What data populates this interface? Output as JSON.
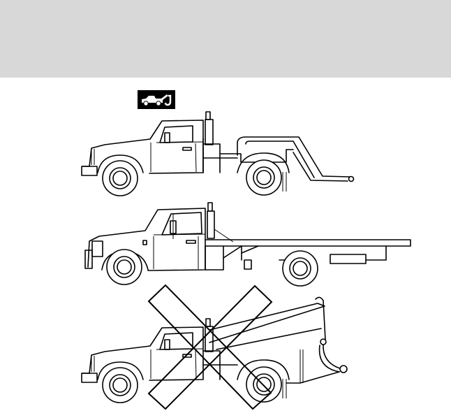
{
  "colors": {
    "header_band": "#d8d8d8",
    "line": "#000000",
    "background": "#ffffff"
  },
  "icons": {
    "towing": "tow-truck-icon"
  },
  "diagram": {
    "items": [
      {
        "id": "wheel-lift",
        "approved": true
      },
      {
        "id": "flatbed",
        "approved": true
      },
      {
        "id": "sling-type",
        "approved": false
      }
    ]
  }
}
